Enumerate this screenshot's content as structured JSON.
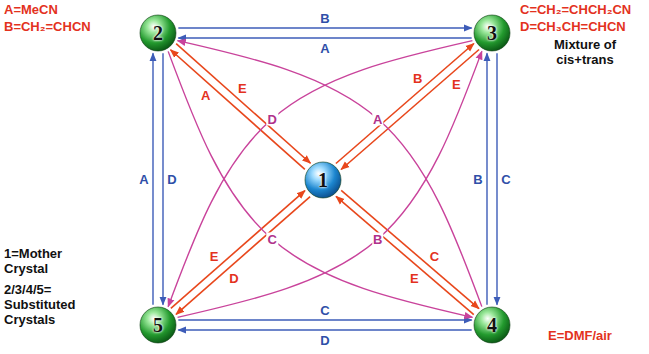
{
  "diagram": {
    "nodes": [
      {
        "text": [
          "2"
        ]
      },
      {
        "text": [
          "3"
        ]
      },
      {
        "text": [
          "1"
        ]
      },
      {
        "text": [
          "5"
        ]
      },
      {
        "text": [
          "4"
        ]
      }
    ],
    "edges": [
      {
        "from": 0,
        "to": 1,
        "label": "B",
        "arrow": "to"
      },
      {
        "from": 1,
        "to": 0,
        "label": "A",
        "arrow": "to"
      },
      {
        "from": 1,
        "to": 4,
        "label": "C",
        "arrow": "to"
      },
      {
        "from": 4,
        "to": 1,
        "label": "B",
        "arrow": "to"
      },
      {
        "from": 0,
        "to": 3,
        "label": "D",
        "arrow": "to"
      },
      {
        "from": 3,
        "to": 0,
        "label": "A",
        "arrow": "to"
      },
      {
        "from": 3,
        "to": 4,
        "label": "C",
        "arrow": "to"
      },
      {
        "from": 4,
        "to": 3,
        "label": "D",
        "arrow": "to"
      },
      {
        "from": 2,
        "to": 0,
        "label": "A",
        "arrow": "to"
      },
      {
        "from": 0,
        "to": 2,
        "label": "E",
        "arrow": "to"
      },
      {
        "from": 2,
        "to": 1,
        "label": "B",
        "arrow": "to"
      },
      {
        "from": 1,
        "to": 2,
        "label": "E",
        "arrow": "to"
      },
      {
        "from": 2,
        "to": 4,
        "label": "C",
        "arrow": "to"
      },
      {
        "from": 4,
        "to": 2,
        "label": "E",
        "arrow": "to"
      },
      {
        "from": 2,
        "to": 3,
        "label": "D",
        "arrow": "to"
      },
      {
        "from": 3,
        "to": 2,
        "label": "E",
        "arrow": "to"
      },
      {
        "from": 4,
        "to": 0,
        "label": "A",
        "arrow": "to"
      },
      {
        "from": 0,
        "to": 4,
        "label": "C",
        "arrow": "to"
      },
      {
        "from": 1,
        "to": 3,
        "label": "D",
        "arrow": "to"
      },
      {
        "from": 3,
        "to": 1,
        "label": "B",
        "arrow": "to"
      }
    ],
    "labels": [
      "A=MeCN",
      "B=CH₂=CHCN",
      "C=CH₂=CHCH₂CN",
      "D=CH₃CH=CHCN",
      "Mixture of cis+trans",
      "1=Mother Crystal",
      "2/3/4/5= Substituted Crystals",
      "E=DMF/air"
    ]
  }
}
